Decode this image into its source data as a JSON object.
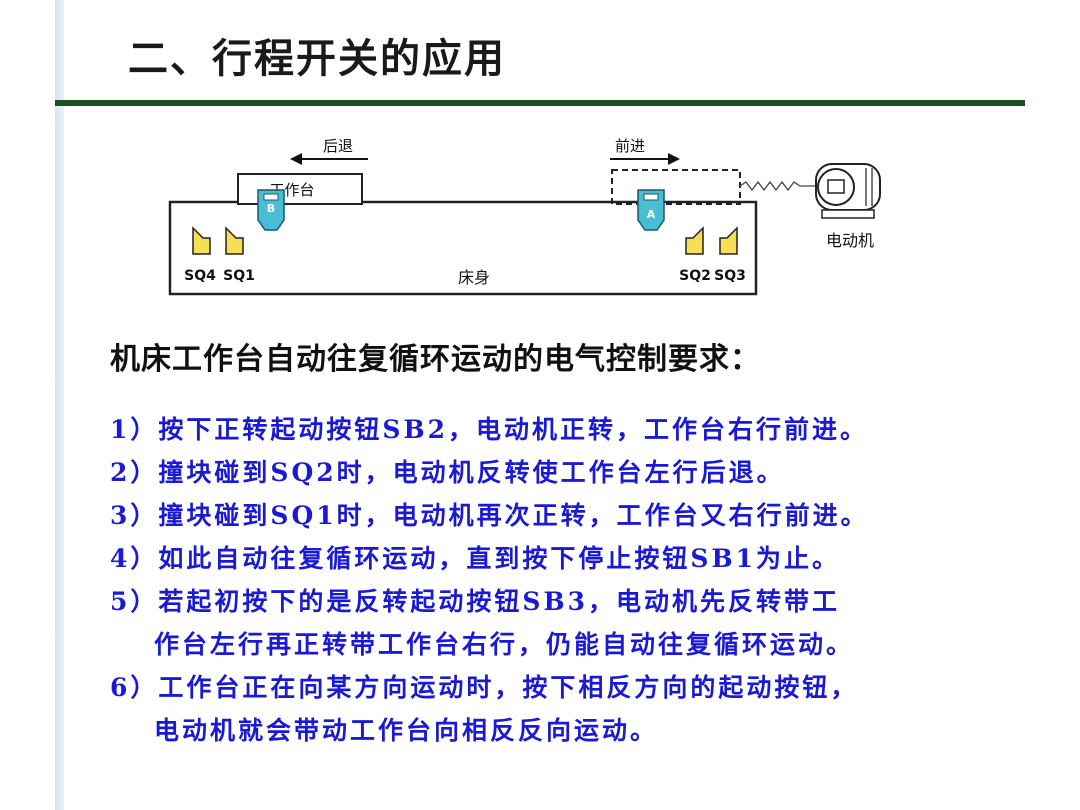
{
  "title": "二、行程开关的应用",
  "diagram": {
    "backward_label": "后退",
    "forward_label": "前进",
    "worktable_label": "工作台",
    "block_b": "B",
    "block_a": "A",
    "switch_sq4": "SQ4",
    "switch_sq1": "SQ1",
    "switch_sq2": "SQ2",
    "switch_sq3": "SQ3",
    "bed_label": "床身",
    "motor_label": "电动机"
  },
  "requirements": {
    "heading": "机床工作台自动往复循环运动的电气控制要求：",
    "lines": [
      "1）按下正转起动按钮SB2，电动机正转，工作台右行前进。",
      "2）撞块碰到SQ2时，电动机反转使工作台左行后退。",
      "3）撞块碰到SQ1时，电动机再次正转，工作台又右行前进。",
      "4）如此自动往复循环运动，直到按下停止按钮SB1为止。",
      "5）若起初按下的是反转起动按钮SB3，电动机先反转带工",
      "作台左行再正转带工作台右行，仍能自动往复循环运动。",
      "6）工作台正在向某方向运动时，按下相反方向的起动按钮，",
      "电动机就会带动工作台向相反反向运动。"
    ]
  }
}
